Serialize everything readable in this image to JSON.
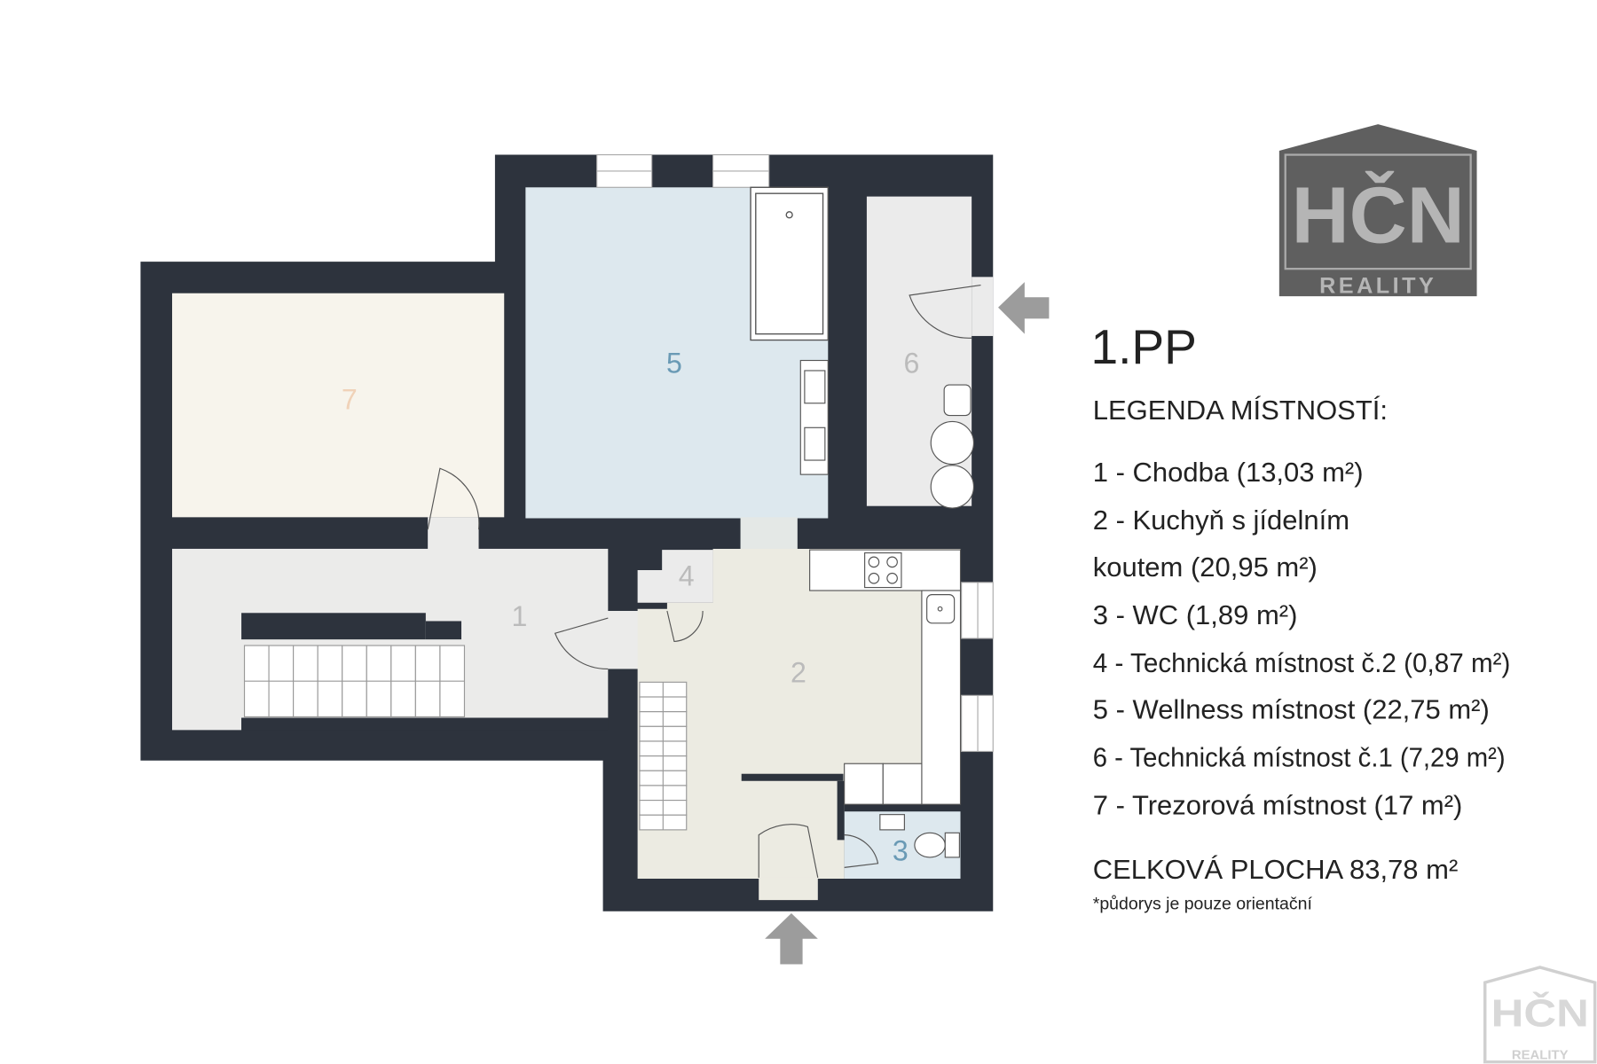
{
  "colors": {
    "wall": "#2d333d",
    "room7": "#f7f4ec",
    "room5": "#dde8ee",
    "room6": "#ebebeb",
    "room1": "#ebebea",
    "room2": "#ecebe2",
    "room3": "#dde8ee",
    "arrow": "#9c9c9c"
  },
  "floor_plan": {
    "rooms": [
      {
        "number": "1"
      },
      {
        "number": "2"
      },
      {
        "number": "3"
      },
      {
        "number": "4"
      },
      {
        "number": "5"
      },
      {
        "number": "6"
      },
      {
        "number": "7"
      }
    ]
  },
  "legend": {
    "floor": "1.PP",
    "heading": "LEGENDA MÍSTNOSTÍ:",
    "items": [
      "1 - Chodba (13,03 m²)",
      "2 - Kuchyň s jídelním",
      "koutem (20,95 m²)",
      "3 - WC (1,89 m²)",
      "4 - Technická místnost č.2 (0,87 m²)",
      "5 - Wellness místnost (22,75 m²)",
      "6 - Technická místnost č.1 (7,29 m²)",
      "7 - Trezorová místnost (17 m²)"
    ],
    "total": "CELKOVÁ PLOCHA 83,78 m²",
    "note": "*půdorys je pouze orientační"
  },
  "logo": {
    "letters": "HČN",
    "word": "REALITY"
  }
}
